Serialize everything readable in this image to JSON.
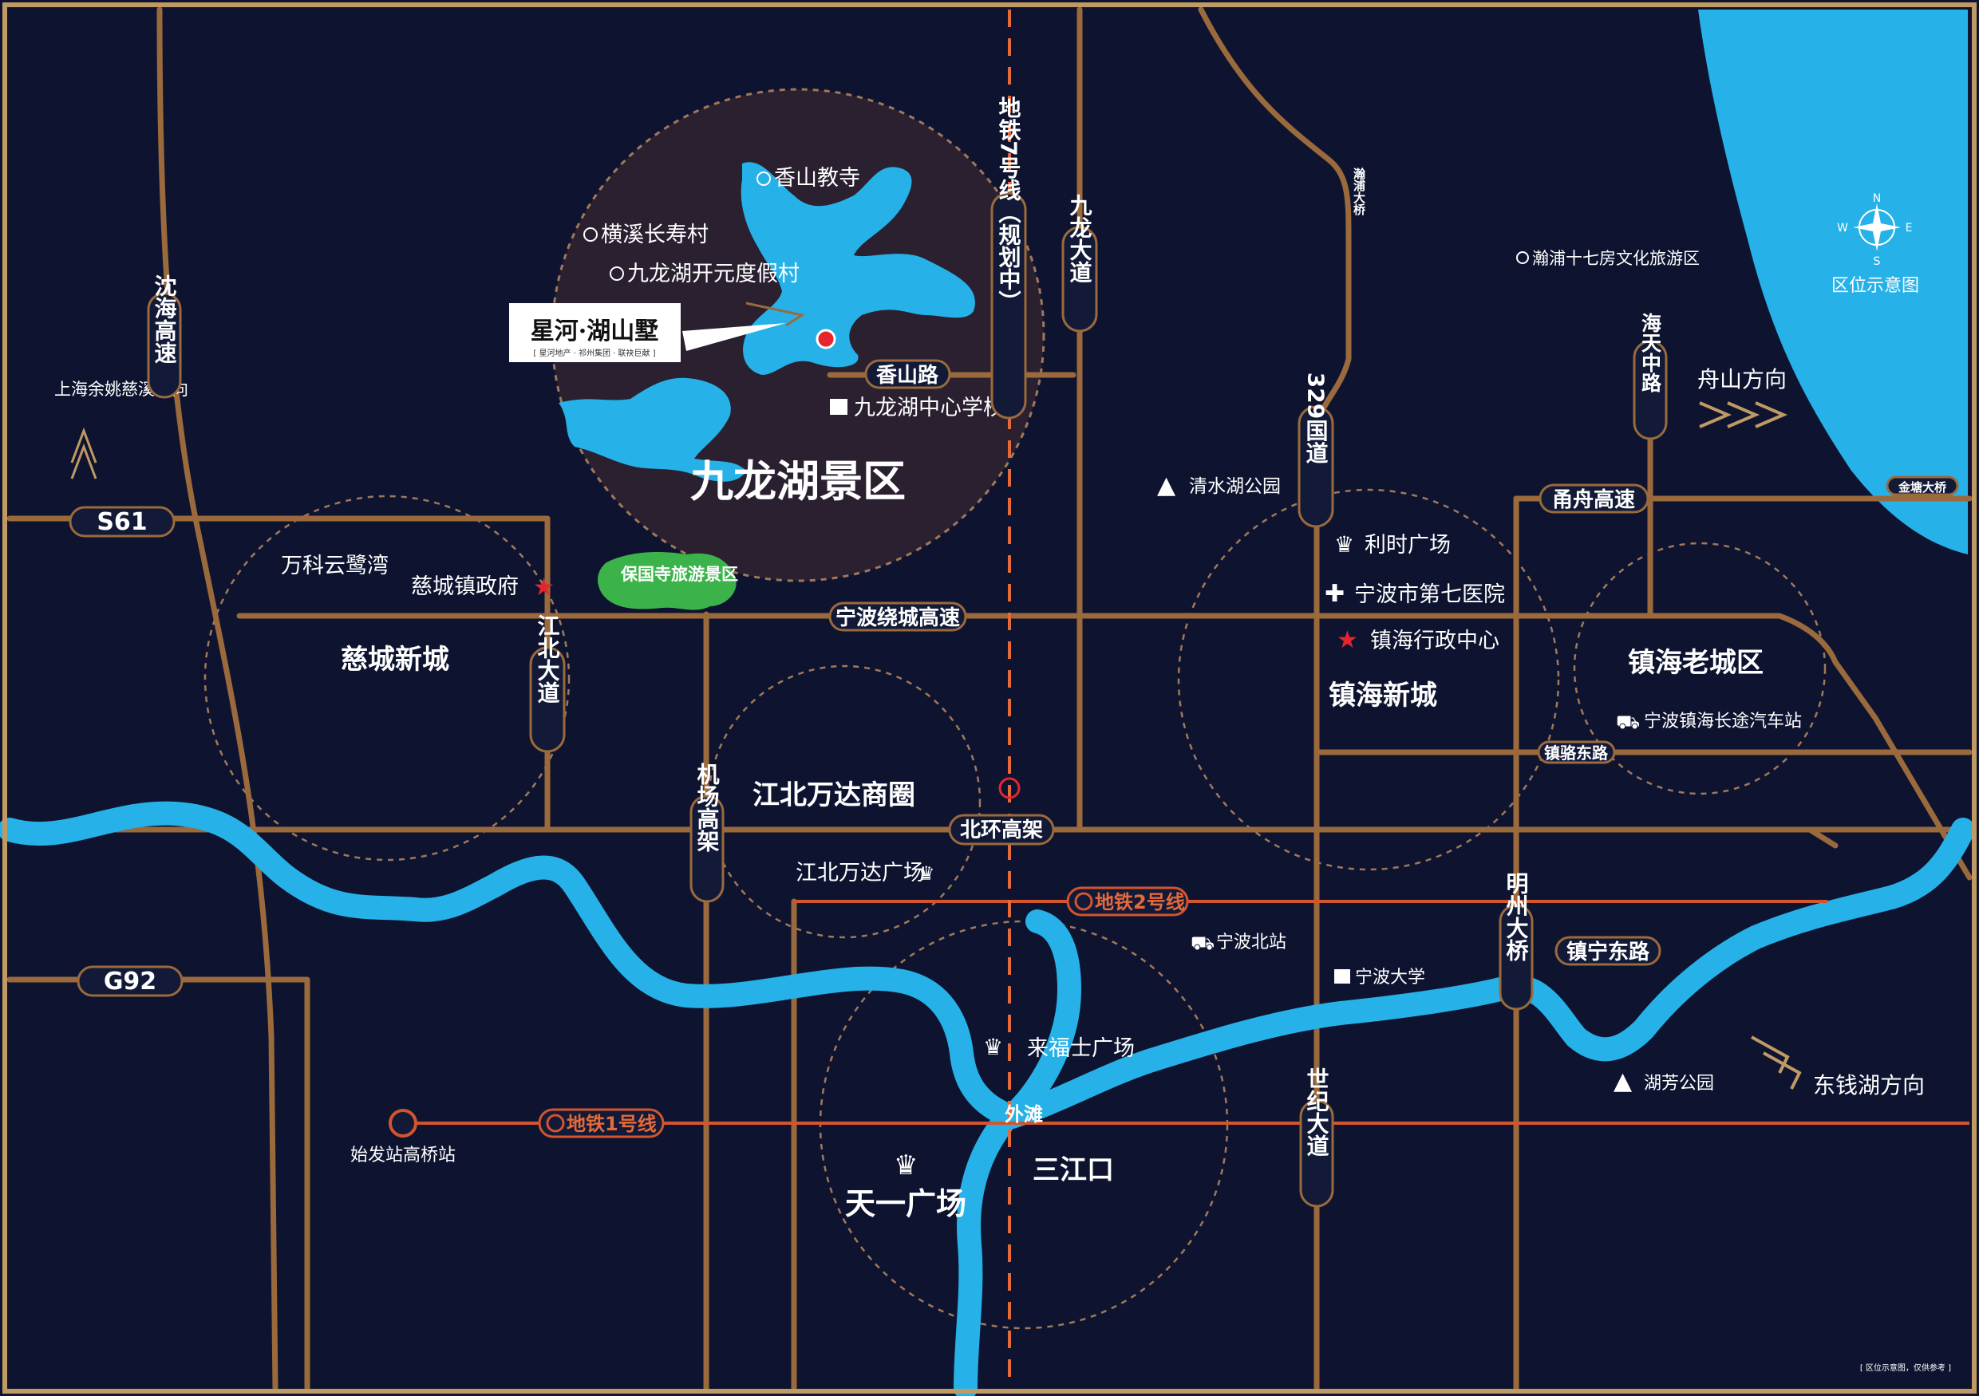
{
  "map": {
    "title": "区位示意图",
    "compass": {
      "n": "N",
      "s": "S",
      "e": "E",
      "w": "W"
    },
    "brand": {
      "name": "星河·湖山墅",
      "sub": "[ 星河地产 · 祁州集团 · 联袂巨献 ]"
    },
    "disclaimer": "[ 区位示意图，仅供参考 ]",
    "scenic": {
      "name": "九龙湖景区"
    },
    "scenic_pois": [
      {
        "id": "xiangshan",
        "label": "香山教寺"
      },
      {
        "id": "hengxi",
        "label": "横溪长寿村"
      },
      {
        "id": "yuanduoresort",
        "label": "九龙湖开元度假村"
      },
      {
        "id": "school",
        "label": "九龙湖中心学校"
      }
    ],
    "districts": [
      {
        "id": "cicheng-new",
        "label": "慈城新城"
      },
      {
        "id": "wanda-circle",
        "label": "江北万达商圈"
      },
      {
        "id": "zhenhai-new",
        "label": "镇海新城"
      },
      {
        "id": "zhenhai-old",
        "label": "镇海老城区"
      },
      {
        "id": "sanjiangkou",
        "label": "三江口"
      },
      {
        "id": "tianyi",
        "label": "天一广场"
      }
    ],
    "pois": [
      {
        "id": "vanke",
        "label": "万科云鹭湾"
      },
      {
        "id": "cicheng-gov",
        "label": "慈城镇政府"
      },
      {
        "id": "baoguo",
        "label": "保国寺旅游景区"
      },
      {
        "id": "qingshui",
        "label": "清水湖公园"
      },
      {
        "id": "lishi",
        "label": "利时广场"
      },
      {
        "id": "hospital7",
        "label": "宁波市第七医院"
      },
      {
        "id": "zhenhai-admin",
        "label": "镇海行政中心"
      },
      {
        "id": "bus-station",
        "label": "宁波镇海长途汽车站"
      },
      {
        "id": "wanda-plaza",
        "label": "江北万达广场"
      },
      {
        "id": "ningbo-north",
        "label": "宁波北站"
      },
      {
        "id": "nbu",
        "label": "宁波大学"
      },
      {
        "id": "laifushi",
        "label": "来福士广场"
      },
      {
        "id": "waitan",
        "label": "外滩"
      },
      {
        "id": "hufang",
        "label": "湖芳公园"
      },
      {
        "id": "shifa",
        "label": "始发站高桥站"
      },
      {
        "id": "xiepu",
        "label": "瀚浦十七房文化旅游区"
      }
    ],
    "directions": [
      {
        "id": "shanghai",
        "label": "上海余姚慈溪方向"
      },
      {
        "id": "zhoushan",
        "label": "舟山方向"
      },
      {
        "id": "dongqian",
        "label": "东钱湖方向"
      }
    ],
    "roads_h": [
      {
        "id": "s61",
        "label": "S61"
      },
      {
        "id": "g92",
        "label": "G92"
      },
      {
        "id": "xiangshan-rd",
        "label": "香山路"
      },
      {
        "id": "ring-exp",
        "label": "宁波绕城高速"
      },
      {
        "id": "north-ring",
        "label": "北环高架"
      },
      {
        "id": "yongzhou",
        "label": "甬舟高速"
      },
      {
        "id": "zhenluo",
        "label": "镇骆东路"
      },
      {
        "id": "zhenning",
        "label": "镇宁东路"
      },
      {
        "id": "jintang",
        "label": "金塘大桥"
      }
    ],
    "roads_v": [
      {
        "id": "shenhai",
        "label": "沈海高速"
      },
      {
        "id": "jiangbei",
        "label": "江北大道"
      },
      {
        "id": "airport",
        "label": "机场高架"
      },
      {
        "id": "metro7",
        "label": "地铁7号线（规划中）"
      },
      {
        "id": "jiulong",
        "label": "九龙大道"
      },
      {
        "id": "g329",
        "label": "329国道"
      },
      {
        "id": "shiji",
        "label": "世纪大道"
      },
      {
        "id": "mingzhou",
        "label": "明州大桥"
      },
      {
        "id": "haitian",
        "label": "海天中路"
      },
      {
        "id": "xiepu-bridge",
        "label": "瀚浦大桥"
      }
    ],
    "metro_lines": [
      {
        "id": "m2",
        "label": "地铁2号线"
      },
      {
        "id": "m1",
        "label": "地铁1号线"
      }
    ],
    "colors": {
      "background": "#0e1430",
      "frame": "#c09a64",
      "road": "#9a6a3c",
      "river": "#26b2e8",
      "metro": "#d2552e",
      "scenic_area": "#2a2030",
      "park": "#3bb34a",
      "star": "#e5262f"
    },
    "icons": {
      "poi": "circle-dot-icon",
      "school": "book-icon",
      "park": "tree-icon",
      "mall": "shopping-basket-icon",
      "hospital": "cross-icon",
      "government": "star-icon",
      "station": "train-icon",
      "metro": "metro-icon"
    }
  }
}
